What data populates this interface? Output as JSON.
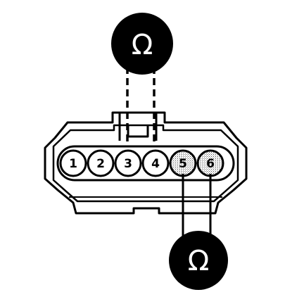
{
  "diagram": {
    "meters": [
      {
        "id": "top",
        "symbol": "Ω",
        "connects": [
          "3",
          "4"
        ],
        "lead_style": "dashed"
      },
      {
        "id": "bottom",
        "symbol": "Ω",
        "connects": [
          "5",
          "6"
        ],
        "lead_style": "solid"
      }
    ],
    "connector": {
      "pins": [
        {
          "label": "1",
          "shade": "white"
        },
        {
          "label": "2",
          "shade": "white"
        },
        {
          "label": "3",
          "shade": "white"
        },
        {
          "label": "4",
          "shade": "white"
        },
        {
          "label": "5",
          "shade": "stippled"
        },
        {
          "label": "6",
          "shade": "stippled"
        }
      ]
    },
    "colors": {
      "ink": "#000000",
      "paper": "#ffffff",
      "stipple": "#c8c8c8"
    }
  }
}
